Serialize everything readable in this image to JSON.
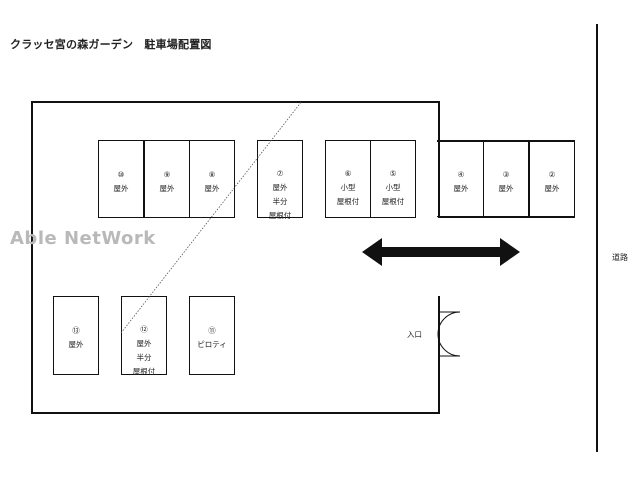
{
  "title": "クラッセ宮の森ガーデン　駐車場配置図",
  "road_label": "道路",
  "entrance_label": "入口",
  "watermark": "Able NetWork",
  "spaces": [
    {
      "num": "⑩",
      "lines": [
        "屋外"
      ]
    },
    {
      "num": "⑨",
      "lines": [
        "屋外"
      ]
    },
    {
      "num": "⑧",
      "lines": [
        "屋外"
      ]
    },
    {
      "num": "⑦",
      "lines": [
        "屋外",
        "半分",
        "屋根付"
      ]
    },
    {
      "num": "⑥",
      "lines": [
        "小型",
        "屋根付"
      ]
    },
    {
      "num": "⑤",
      "lines": [
        "小型",
        "屋根付"
      ]
    },
    {
      "num": "④",
      "lines": [
        "屋外"
      ]
    },
    {
      "num": "③",
      "lines": [
        "屋外"
      ]
    },
    {
      "num": "②",
      "lines": [
        "屋外"
      ]
    },
    {
      "num": "⑬",
      "lines": [
        "屋外"
      ]
    },
    {
      "num": "⑫",
      "lines": [
        "屋外",
        "半分",
        "屋根付"
      ]
    },
    {
      "num": "⑪",
      "lines": [
        "ピロティ"
      ]
    }
  ],
  "colors": {
    "line": "#111111",
    "watermark": "#b9b9b9"
  },
  "icons": [
    "double-arrow-icon",
    "double-door-icon"
  ]
}
